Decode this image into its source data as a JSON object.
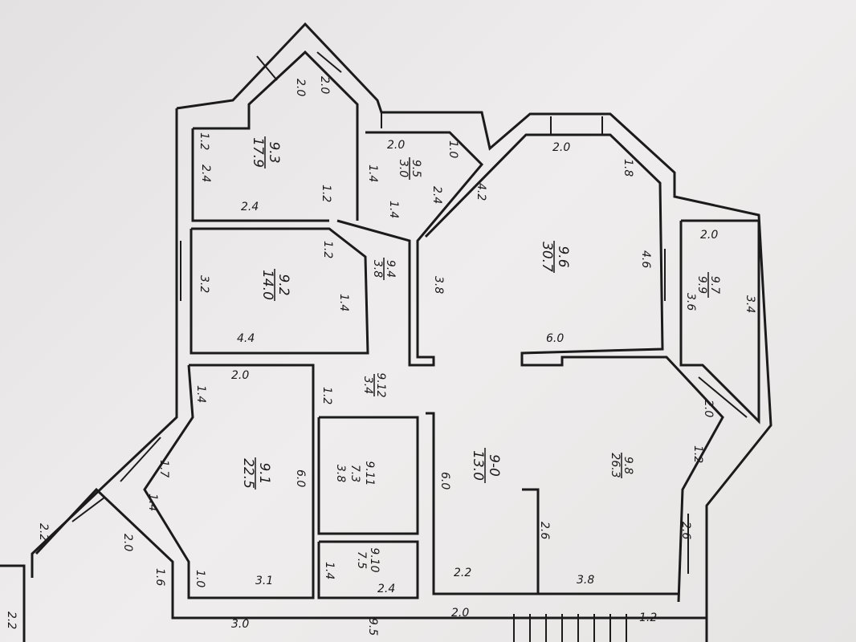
{
  "plan": {
    "rooms": [
      {
        "id": "9.3",
        "area": "17.9",
        "dims": [
          "2.0",
          "2.0",
          "1.2",
          "2.4",
          "2.4",
          "1.2"
        ]
      },
      {
        "id": "9.5",
        "area": "3.0",
        "dims": [
          "2.0",
          "1.0",
          "1.4",
          "1.4",
          "2.4"
        ]
      },
      {
        "id": "9.6",
        "area": "30.7",
        "dims": [
          "2.0",
          "1.8",
          "4.6",
          "6.0",
          "3.8",
          "4.2"
        ]
      },
      {
        "id": "9.4",
        "area": "3.8",
        "dims": []
      },
      {
        "id": "9.2",
        "area": "14.0",
        "dims": [
          "3.2",
          "1.2",
          "1.4",
          "4.4"
        ]
      },
      {
        "id": "9.7",
        "area": "9.9",
        "dims": [
          "2.0",
          "3.6",
          "3.4",
          "2.0"
        ]
      },
      {
        "id": "9.12",
        "area": "3.4",
        "dims": [
          "1.2"
        ]
      },
      {
        "id": "9.1",
        "area": "22.5",
        "dims": [
          "2.0",
          "1.4",
          "1.7",
          "1.4",
          "6.0",
          "1.0",
          "3.1"
        ]
      },
      {
        "id": "9.11",
        "area": "7.3",
        "dims": [
          "3.8",
          "6.0"
        ]
      },
      {
        "id": "9-0",
        "area": "13.0",
        "dims": [
          "2.2"
        ]
      },
      {
        "id": "9.10",
        "area": "7.5",
        "dims": [
          "2.4",
          "1.4"
        ]
      },
      {
        "id": "9.8",
        "area": "26.3",
        "dims": [
          "2.6",
          "3.8",
          "2.6",
          "1.2"
        ]
      }
    ],
    "bottom_dims": [
      "2.2",
      "2.0",
      "1.6",
      "2.2",
      "3.0",
      "2.0",
      "1.2",
      "9.5"
    ]
  }
}
